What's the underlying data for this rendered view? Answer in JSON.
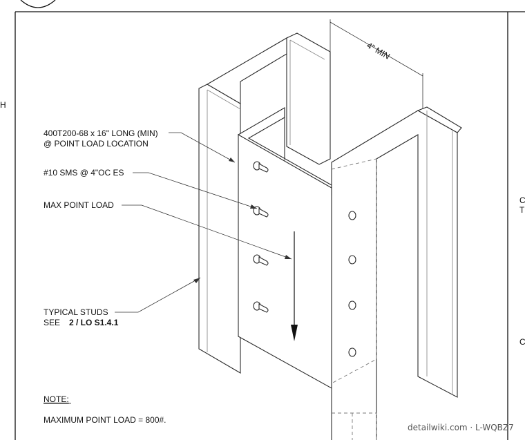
{
  "labels": {
    "header_plate": "400T200-68 x 16\" LONG (MIN)",
    "header_location": "@ POINT LOAD LOCATION",
    "screws": "#10 SMS @ 4\"OC ES",
    "max_load": "MAX POINT LOAD",
    "studs_line1": "TYPICAL STUDS",
    "studs_see": "SEE",
    "studs_ref": "2 / LO S1.4.1",
    "dimension": "4\" MIN"
  },
  "note": {
    "heading": "NOTE:",
    "text": "MAXIMUM POINT LOAD = 800#."
  },
  "edge_fragments": {
    "left": "H",
    "right_1": "C",
    "right_2": "T",
    "right_3": "C"
  },
  "watermark": "detailwiki.com · L-WQBZ7",
  "screw_count": 4,
  "hole_count": 4
}
